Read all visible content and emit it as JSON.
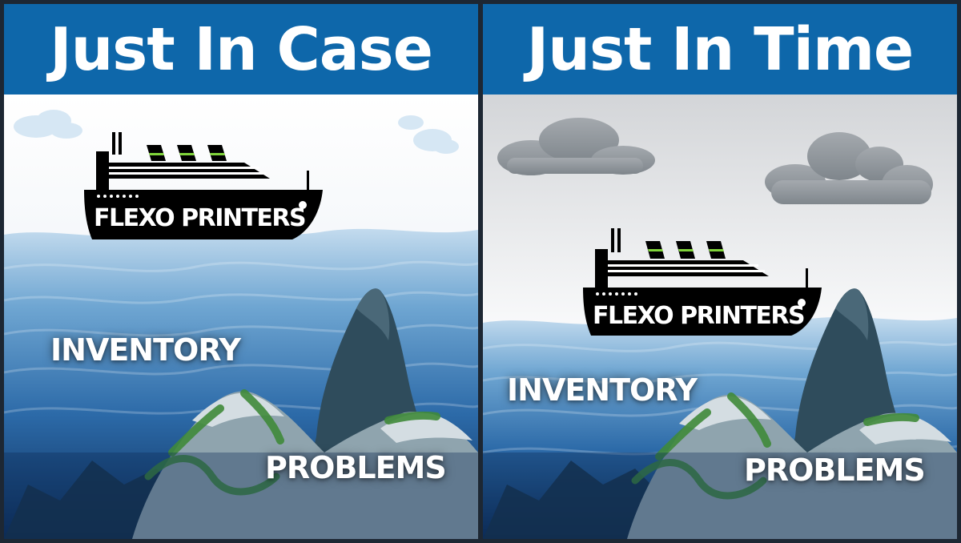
{
  "panels": [
    {
      "title": "Just In Case",
      "ship_label": "FLEXO PRINTERS",
      "inventory_label": "INVENTORY",
      "problems_label": "PROBLEMS",
      "sky": "clear"
    },
    {
      "title": "Just In Time",
      "ship_label": "FLEXO PRINTERS",
      "inventory_label": "INVENTORY",
      "problems_label": "PROBLEMS",
      "sky": "overcast"
    }
  ],
  "colors": {
    "title_bar": "#0e67aa",
    "water_light": "#b9d3e8",
    "water_deep": "#0b2a55",
    "ship": "#000000",
    "funnel_stripe": "#7fd33a",
    "rock": "#3b5463",
    "rock_top": "#c9d3d8",
    "moss": "#3f8a3a"
  },
  "icons": [
    "ship-icon",
    "cloud-icon",
    "rock-icon"
  ]
}
